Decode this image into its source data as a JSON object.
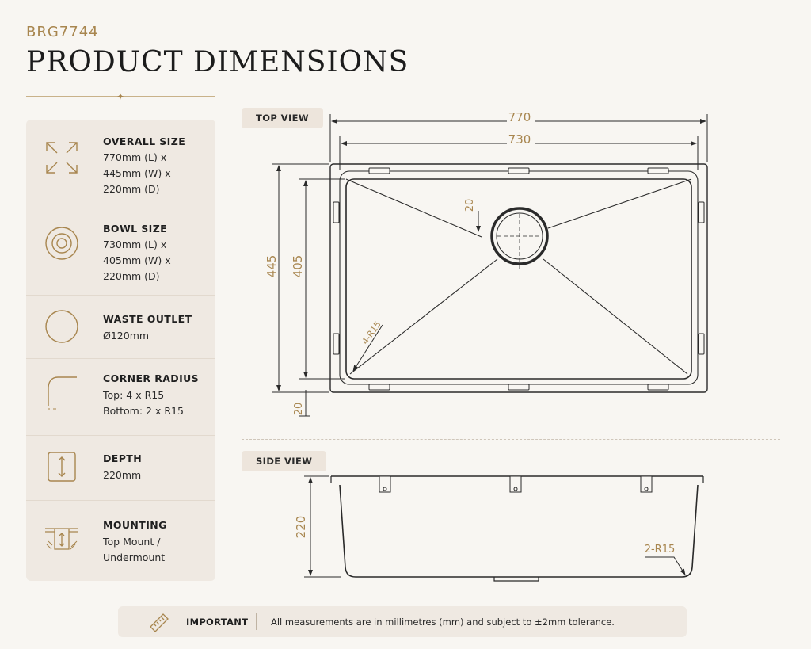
{
  "header": {
    "product_code": "BRG7744",
    "title": "PRODUCT DIMENSIONS"
  },
  "specs": [
    {
      "label": "OVERALL SIZE",
      "icon": "expand-arrows-icon",
      "lines": [
        "770mm (L) x",
        "445mm (W) x",
        "220mm (D)"
      ]
    },
    {
      "label": "BOWL SIZE",
      "icon": "concentric-circles-icon",
      "lines": [
        "730mm (L) x",
        "405mm (W) x",
        "220mm (D)"
      ]
    },
    {
      "label": "WASTE OUTLET",
      "icon": "circle-icon",
      "lines": [
        "Ø120mm"
      ]
    },
    {
      "label": "CORNER RADIUS",
      "icon": "corner-radius-icon",
      "lines": [
        "Top: 4 x R15",
        "Bottom: 2 x R15"
      ]
    },
    {
      "label": "DEPTH",
      "icon": "depth-arrow-icon",
      "lines": [
        "220mm"
      ]
    },
    {
      "label": "MOUNTING",
      "icon": "mounting-icon",
      "lines": [
        "Top Mount /",
        "Undermount"
      ]
    }
  ],
  "top_view": {
    "label": "TOP VIEW",
    "dims": {
      "overall_length": "770",
      "bowl_length": "730",
      "overall_width": "445",
      "bowl_width": "405",
      "waste_offset": "20",
      "bottom_offset": "20",
      "corner_radius": "4-R15"
    }
  },
  "side_view": {
    "label": "SIDE VIEW",
    "dims": {
      "depth": "220",
      "bottom_radius": "2-R15"
    }
  },
  "note": {
    "label": "IMPORTANT",
    "text": "All measurements are in millimetres (mm) and subject to ±2mm tolerance."
  },
  "colors": {
    "accent": "#a8864f",
    "line": "#2a2a2a",
    "panel": "#efe9e2",
    "background": "#f8f6f2"
  }
}
